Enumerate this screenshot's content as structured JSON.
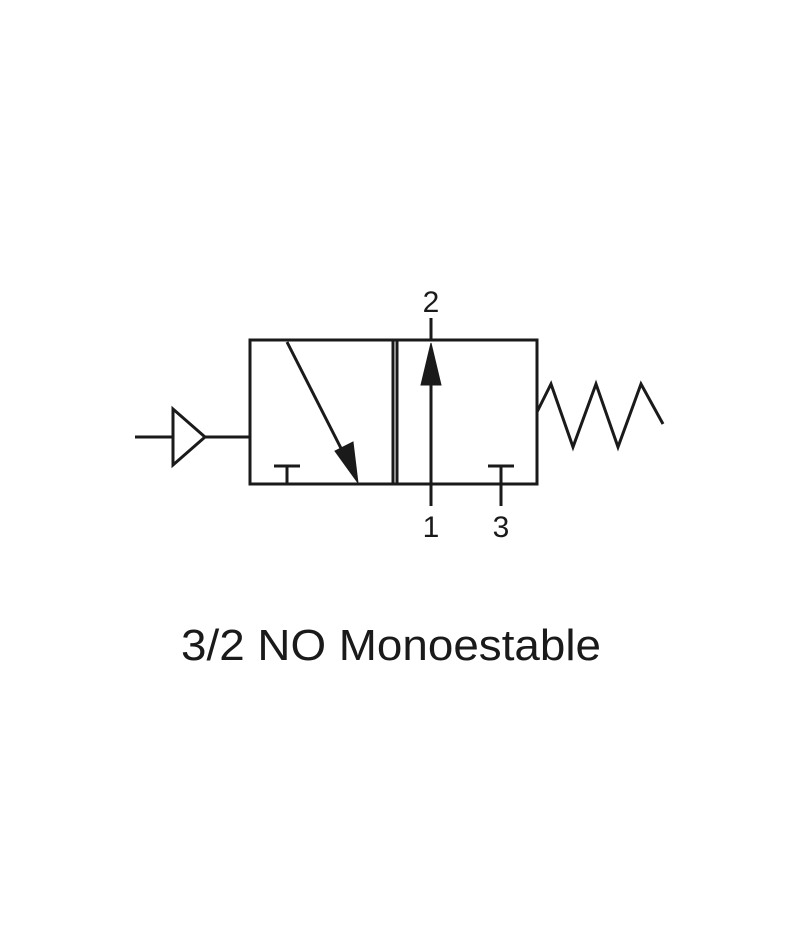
{
  "ports": {
    "top": "2",
    "bottom_left": "1",
    "bottom_right": "3"
  },
  "caption": "3/2 NO Monoestable",
  "colors": {
    "stroke": "#1a1a1a",
    "background": "#ffffff"
  }
}
